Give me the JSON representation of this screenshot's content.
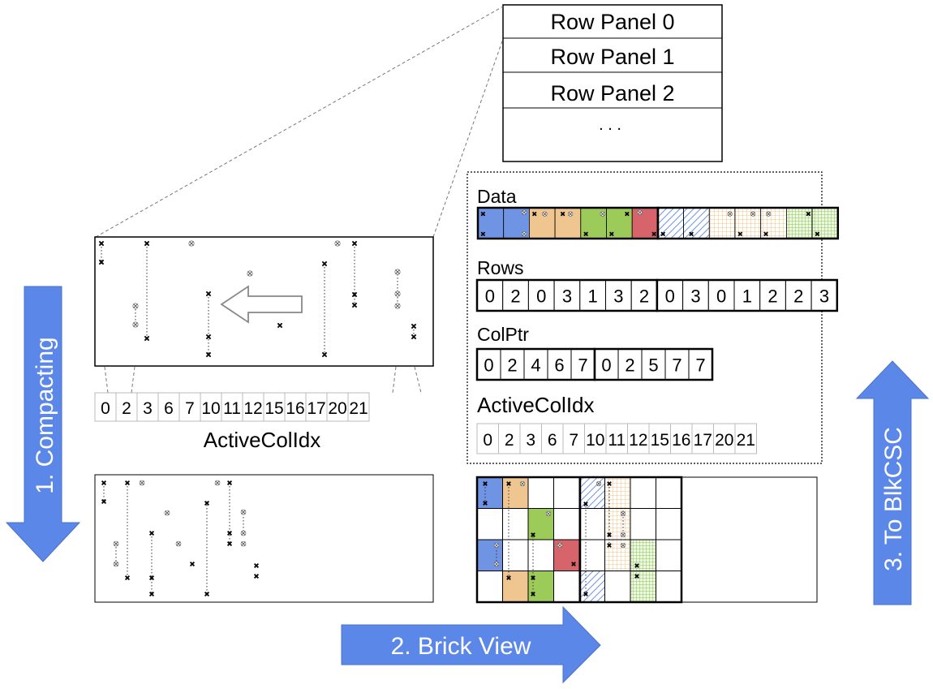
{
  "row_panels": [
    "Row Panel 0",
    "Row Panel 1",
    "Row Panel 2"
  ],
  "row_panels_more": ". . .",
  "active_col_idx_values": [
    "0",
    "2",
    "3",
    "6",
    "7",
    "10",
    "11",
    "12",
    "15",
    "16",
    "17",
    "20",
    "21"
  ],
  "active_col_idx_label": "ActiveColIdx",
  "blkcsc": {
    "data_label": "Data",
    "rows_label": "Rows",
    "rows_values": [
      [
        "0",
        "2",
        "0",
        "3",
        "1",
        "3",
        "2"
      ],
      [
        "0",
        "3",
        "0",
        "1",
        "2",
        "2",
        "3"
      ]
    ],
    "colptr_label": "ColPtr",
    "colptr_values": [
      [
        "0",
        "2",
        "4",
        "6",
        "7"
      ],
      [
        "0",
        "2",
        "5",
        "7",
        "7"
      ]
    ],
    "active_col_idx_label": "ActiveColIdx",
    "active_col_idx_values": [
      "0",
      "2",
      "3",
      "6",
      "7",
      "10",
      "11",
      "12",
      "15",
      "16",
      "17",
      "20",
      "21"
    ]
  },
  "arrows": {
    "compacting": "1. Compacting",
    "brick_view": "2. Brick View",
    "to_blkcsc": "3. To BlkCSC"
  },
  "colors": {
    "arrow_blue": "#5b87e8",
    "blue": "#6f94e4",
    "orange": "#f0c690",
    "green": "#9ccb5a",
    "red": "#d8646b"
  }
}
